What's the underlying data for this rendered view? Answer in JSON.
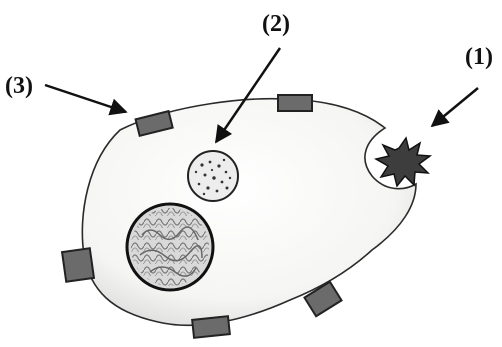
{
  "labels": {
    "label_1": "(1)",
    "label_2": "(2)",
    "label_3": "(3)"
  },
  "colors": {
    "cell_fill": "#f7f7f5",
    "outline": "#222222",
    "receptor": "#6b6b6b",
    "antigen": "#3d3d3d",
    "nucleus_fill": "#d9d9d9",
    "vesicle_fill": "#ededed"
  },
  "icons": {
    "receptor": "square-receptor",
    "antigen": "spiky-star",
    "vesicle": "dotted-circle",
    "nucleus": "wavy-circle"
  }
}
